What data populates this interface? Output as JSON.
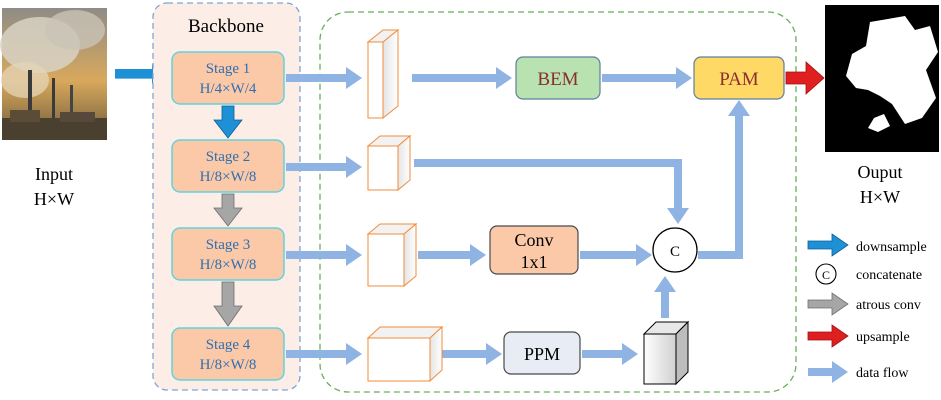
{
  "input": {
    "label": "Input",
    "size": "H×W"
  },
  "output": {
    "label": "Ouput",
    "size": "H×W"
  },
  "backbone": {
    "title": "Backbone",
    "stages": [
      {
        "name": "Stage 1",
        "res": "H/4×W/4"
      },
      {
        "name": "Stage 2",
        "res": "H/8×W/8"
      },
      {
        "name": "Stage 3",
        "res": "H/8×W/8"
      },
      {
        "name": "Stage 4",
        "res": "H/8×W/8"
      }
    ]
  },
  "modules": {
    "bem": "BEM",
    "pam": "PAM",
    "conv_line1": "Conv",
    "conv_line2": "1x1",
    "ppm": "PPM",
    "concat_symbol": "C"
  },
  "legend": [
    {
      "icon": "blue-arrow",
      "label": "downsample"
    },
    {
      "icon": "concat-circle",
      "symbol": "C",
      "label": "concatenate"
    },
    {
      "icon": "gray-arrow",
      "label": "atrous conv"
    },
    {
      "icon": "red-arrow",
      "label": "upsample"
    },
    {
      "icon": "light-blue-arrow",
      "label": "data flow"
    }
  ],
  "colors": {
    "stage_fill": "#FBC9A8",
    "stage_border": "#5FD3E0",
    "stage_text": "#2F6FB0",
    "backbone_bg": "#FCEEE6",
    "flow_arrow": "#8FB3E3",
    "downsample_arrow": "#1E90D6",
    "atrous_arrow": "#A6A6A6",
    "upsample_arrow": "#E02020",
    "bem_fill": "#B8E2B0",
    "pam_fill": "#FFD966",
    "conv_fill": "#FBC9A8",
    "ppm_fill": "#E8ECF4",
    "dashed_green": "#6AAE5A",
    "dashed_blue": "#7FA3D6",
    "cube_edge": "#F28C3A"
  }
}
